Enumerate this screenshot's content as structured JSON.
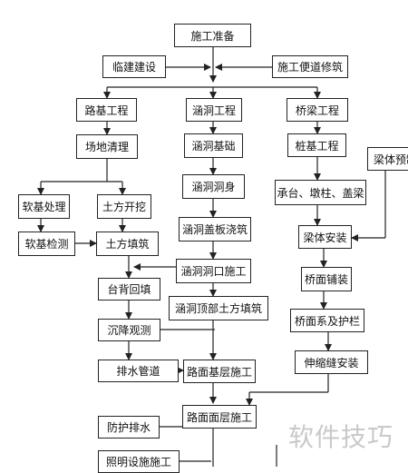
{
  "nodes": {
    "prep": "施工准备",
    "temp_build": "临建建设",
    "access_road": "施工便道修筑",
    "roadbed": "路基工程",
    "culvert": "涵洞工程",
    "bridge": "桥梁工程",
    "site_clear": "场地清理",
    "culvert_foundation": "涵洞基础",
    "pile_foundation": "桩基工程",
    "beam_prefab": "梁体预制",
    "culvert_body": "涵洞洞身",
    "cap_pier": "承台、墩柱、盖梁",
    "soft_treat": "软基处理",
    "earth_excav": "土方开挖",
    "culvert_slab": "涵洞盖板浇筑",
    "beam_install": "梁体安装",
    "soft_test": "软基检测",
    "earth_fill": "土方填筑",
    "culvert_mouth": "涵洞洞口施工",
    "deck_pave": "桥面铺装",
    "back_fill": "台背回填",
    "culvert_top_fill": "涵洞顶部土方填筑",
    "deck_rail": "桥面系及护栏",
    "settle_obs": "沉降观测",
    "expansion_joint": "伸缩缝安装",
    "drain_pipe": "排水管道",
    "base_course": "路面基层施工",
    "surface_course": "路面面层施工",
    "protect_drain": "防护排水",
    "lighting": "照明设施施工"
  },
  "watermark": "软件技巧"
}
